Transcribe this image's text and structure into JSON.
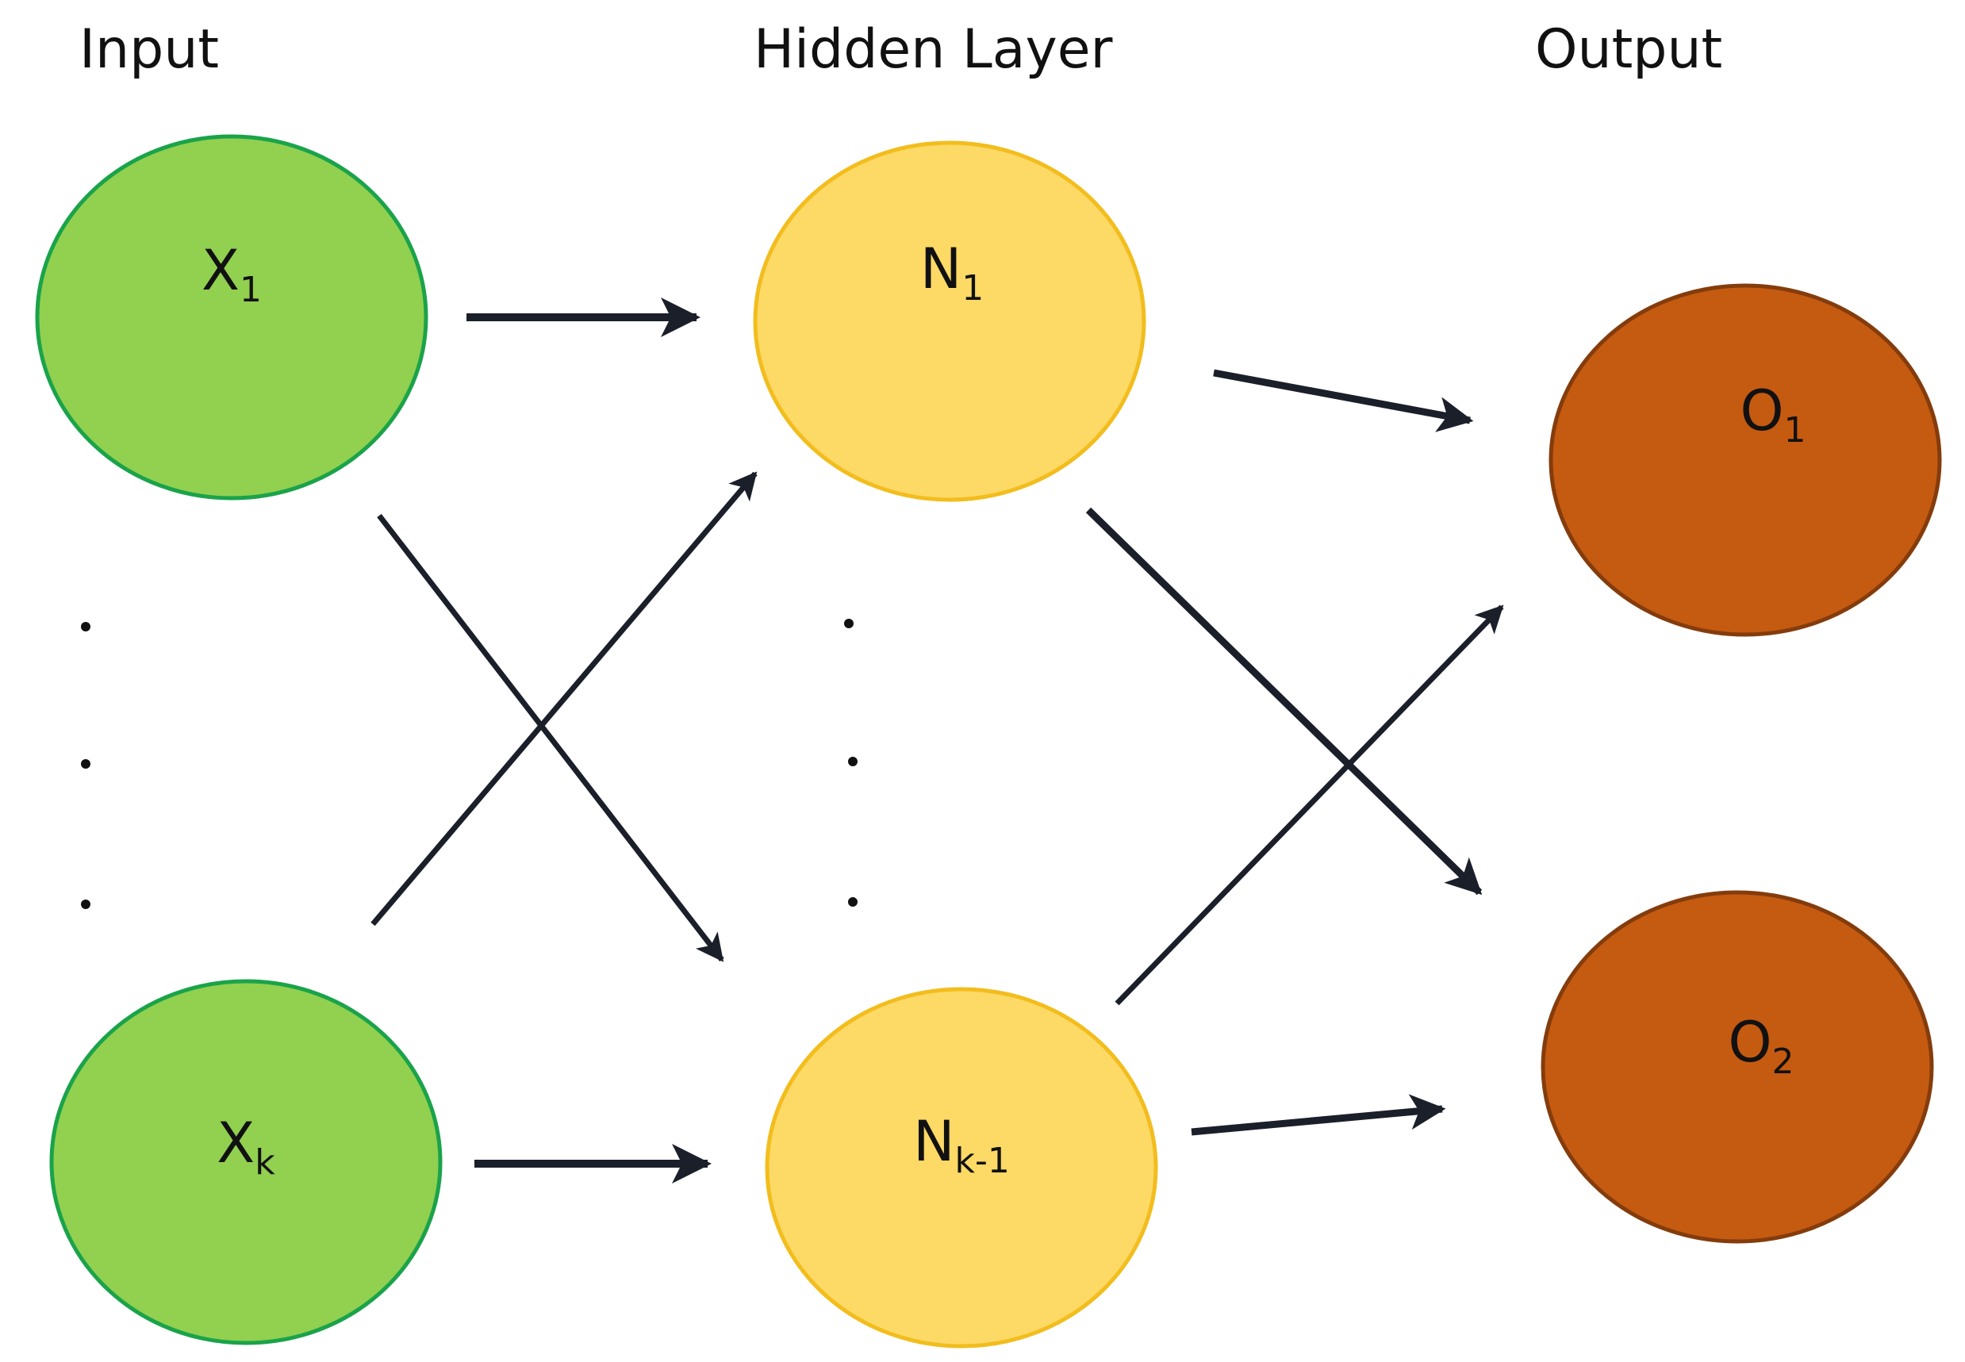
{
  "layers": {
    "input": {
      "title": "Input"
    },
    "hidden": {
      "title": "Hidden Layer"
    },
    "output": {
      "title": "Output"
    }
  },
  "nodes": {
    "x1": {
      "base": "X",
      "sub": "1"
    },
    "xk": {
      "base": "X",
      "sub": "k"
    },
    "n1": {
      "base": "N",
      "sub": "1"
    },
    "nk1": {
      "base": "N",
      "sub": "k-1"
    },
    "o1": {
      "base": "O",
      "sub": "1"
    },
    "o2": {
      "base": "O",
      "sub": "2"
    }
  },
  "colors": {
    "input_fill": "#92d050",
    "input_stroke": "#1aa34a",
    "hidden_fill": "#fdd966",
    "hidden_stroke": "#f2bd1d",
    "output_fill": "#c55a11",
    "output_stroke": "#843c0c",
    "arrow": "#1b1f2a"
  }
}
